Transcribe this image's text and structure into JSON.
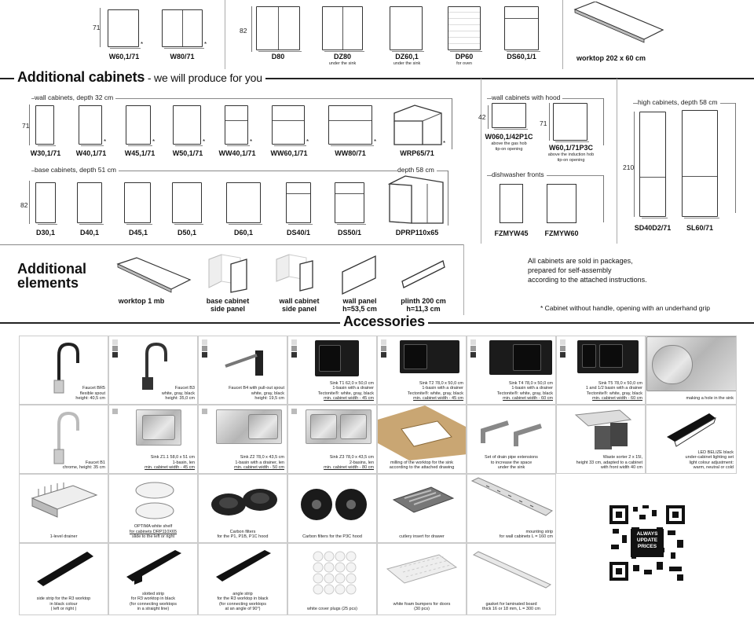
{
  "top_row": {
    "h71": "71",
    "h82": "82",
    "labels": [
      "W60,1/71",
      "W80/71",
      "D80",
      "DZ80",
      "DZ60,1",
      "DP60",
      "DS60,1/1",
      "worktop 202 x 60 cm"
    ],
    "subs": [
      "under the sink",
      "under the sink",
      "for oven"
    ]
  },
  "additional_cabinets": {
    "title": "Additional cabinets",
    "subtitle": " - we will produce for you",
    "wall_group": "wall cabinets, depth 32 cm",
    "wall_labels": [
      "W30,1/71",
      "W40,1/71",
      "W45,1/71",
      "W50,1/71",
      "WW40,1/71",
      "WW60,1/71",
      "WW80/71",
      "WRP65/71"
    ],
    "base_group": "base cabinets, depth 51 cm",
    "base_depth58": "depth 58 cm",
    "base_labels": [
      "D30,1",
      "D40,1",
      "D45,1",
      "D50,1",
      "D60,1",
      "DS40/1",
      "DS50/1",
      "DPRP110x65"
    ],
    "hood_group": "wall cabinets with hood",
    "hood": [
      {
        "label": "W060,1/42P1C",
        "sub1": "above the gas hob",
        "sub2": "tip-on opening"
      },
      {
        "label": "W60,1/71P3C",
        "sub1": "above the induction hob",
        "sub2": "tip-on opening"
      }
    ],
    "h42": "42",
    "dw_group": "dishwasher fronts",
    "dw_labels": [
      "FZMYW45",
      "FZMYW60"
    ],
    "high_group": "high cabinets, depth 58 cm",
    "h210": "210",
    "high_labels": [
      "SD40D2/71",
      "SL60/71"
    ]
  },
  "elements": {
    "title1": "Additional",
    "title2": "elements",
    "items": [
      {
        "l1": "worktop 1 mb",
        "l2": ""
      },
      {
        "l1": "base cabinet",
        "l2": "side panel"
      },
      {
        "l1": "wall cabinet",
        "l2": "side panel"
      },
      {
        "l1": "wall panel",
        "l2": "h=53,5 cm"
      },
      {
        "l1": "plinth 200 cm",
        "l2": "h=11,3 cm"
      }
    ],
    "note": [
      "All cabinets are sold in packages,",
      "prepared for self-assembly",
      "according to the attached instructions."
    ],
    "footnote": "* Cabinet without handle, opening with an underhand grip"
  },
  "accessories": {
    "title": "Accessories",
    "row1": [
      [
        "Faucet BR5",
        "flexible spout",
        "height: 40,5 cm"
      ],
      [
        "Faucet B3",
        "white, gray, black",
        "height: 35,0 cm"
      ],
      [
        "Faucet B4 with pull-out spout",
        "white, gray, black",
        "height: 19,5 cm"
      ],
      [
        "Sink T1 62,0 x 50,0 cm",
        "1-basin with a drainer",
        "Tectonite®: white, gray, black",
        "min. cabinet width - 45 cm"
      ],
      [
        "Sink T2 78,0 x 50,0 cm",
        "1-basin with a drainer",
        "Tectonite®: white, gray, black",
        "min. cabinet width - 45 cm"
      ],
      [
        "Sink T4 78,0 x 50,0 cm",
        "1-basin with a drainer",
        "Tectonite®: white, gray, black",
        "min. cabinet width - 60 cm"
      ],
      [
        "Sink T5 78,0 x 50,0 cm",
        "1 and 1/2 basin with a drainer",
        "Tectonite®: white, gray, black",
        "min. cabinet width - 60 cm"
      ],
      [
        "making a hole in the sink"
      ]
    ],
    "row2": [
      [
        "Faucet B1",
        "chrome, height: 35 cm"
      ],
      [
        "Sink Z1.1 58,0 x 51 cm",
        "1-basin, len",
        "min. cabinet width - 45 cm"
      ],
      [
        "Sink Z2 78,0 x 43,5 cm",
        "1-basin with a drainer, len",
        "min. cabinet width - 50 cm"
      ],
      [
        "Sink Z3 78,0 x 43,5 cm",
        "2-basins, len",
        "min. cabinet width - 80 cm"
      ],
      [
        "milling of the worktop for the sink",
        "according to the attached drawing"
      ],
      [
        "Set of drain pipe extensions",
        "to increase the space",
        "under the sink"
      ],
      [
        "Waste sorter 2 x 15l,",
        "height 33 cm, adapted to a cabinet",
        "with front width  40 cm"
      ],
      [
        "LED BELIZE black",
        "under-cabinet lighting set",
        "light colour adjustment:",
        "warm, neutral or cold"
      ]
    ],
    "row3": [
      [
        "1-level drainer"
      ],
      [
        "OPTIMA white shelf",
        "for cabinets DRP110X65",
        "slide to the left or right"
      ],
      [
        "Carbon filters",
        "for the P1, P1B, P1C hood"
      ],
      [
        "Carbon filters for the P3C hood"
      ],
      [
        "cutlery insert for drawer"
      ],
      [
        "mounting strip",
        "for wall cabinets L = 160 cm"
      ]
    ],
    "row4": [
      [
        "side strip for the R3 worktop",
        "in black colour",
        "( left or right )"
      ],
      [
        "slotted strip",
        "for R3 worktop in black",
        "(for connecting worktops",
        "in a straight line)"
      ],
      [
        "angle strip",
        "for the R3 worktop in black",
        "(for connecting worktops",
        "at an angle of 90°)"
      ],
      [
        "white cover plugs (25 pcs)"
      ],
      [
        "white foam bumpers for doors",
        "(30 pcs)"
      ],
      [
        "gasket for laminated board",
        "thick 16 or 18 mm, L = 300 cm"
      ]
    ],
    "qr_text": [
      "ALWAYS",
      "UPDATE",
      "PRICES"
    ]
  }
}
